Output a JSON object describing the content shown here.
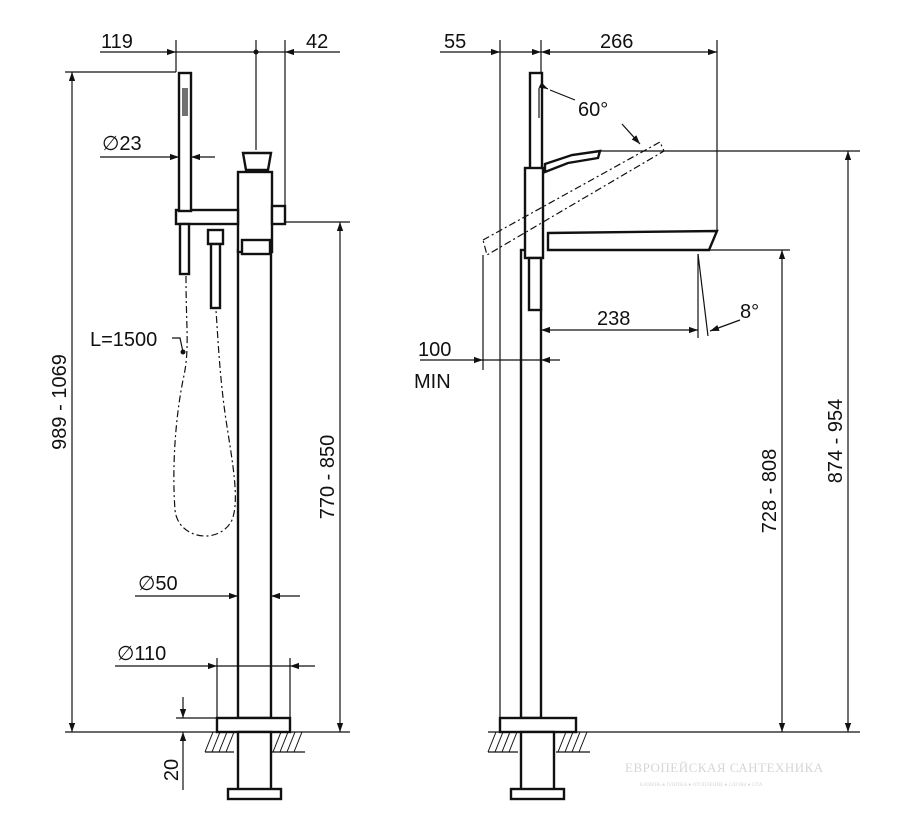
{
  "front_view": {
    "handshower_offset": "119",
    "body_offset": "42",
    "handshower_diameter": "∅23",
    "hose_length": "L=1500",
    "total_height": "989 - 1069",
    "outlet_height": "770 - 850",
    "column_diameter": "∅50",
    "base_diameter": "∅110",
    "base_thickness": "20"
  },
  "side_view": {
    "handshower_offset": "55",
    "spout_reach_total": "266",
    "lever_angle": "60°",
    "spout_projection": "238",
    "spout_angle": "8°",
    "wall_clearance_value": "100",
    "wall_clearance_unit": "MIN",
    "spout_height": "728 - 808",
    "lever_height": "874 - 954"
  },
  "watermark": {
    "brand": "ЕВРОПЕЙСКАЯ САНТЕХНИКА",
    "tagline": "КАМЕНЬ ● ПЛИТКА ● ОТОПЛЕНИЕ ● САУНЫ ● СПА"
  }
}
